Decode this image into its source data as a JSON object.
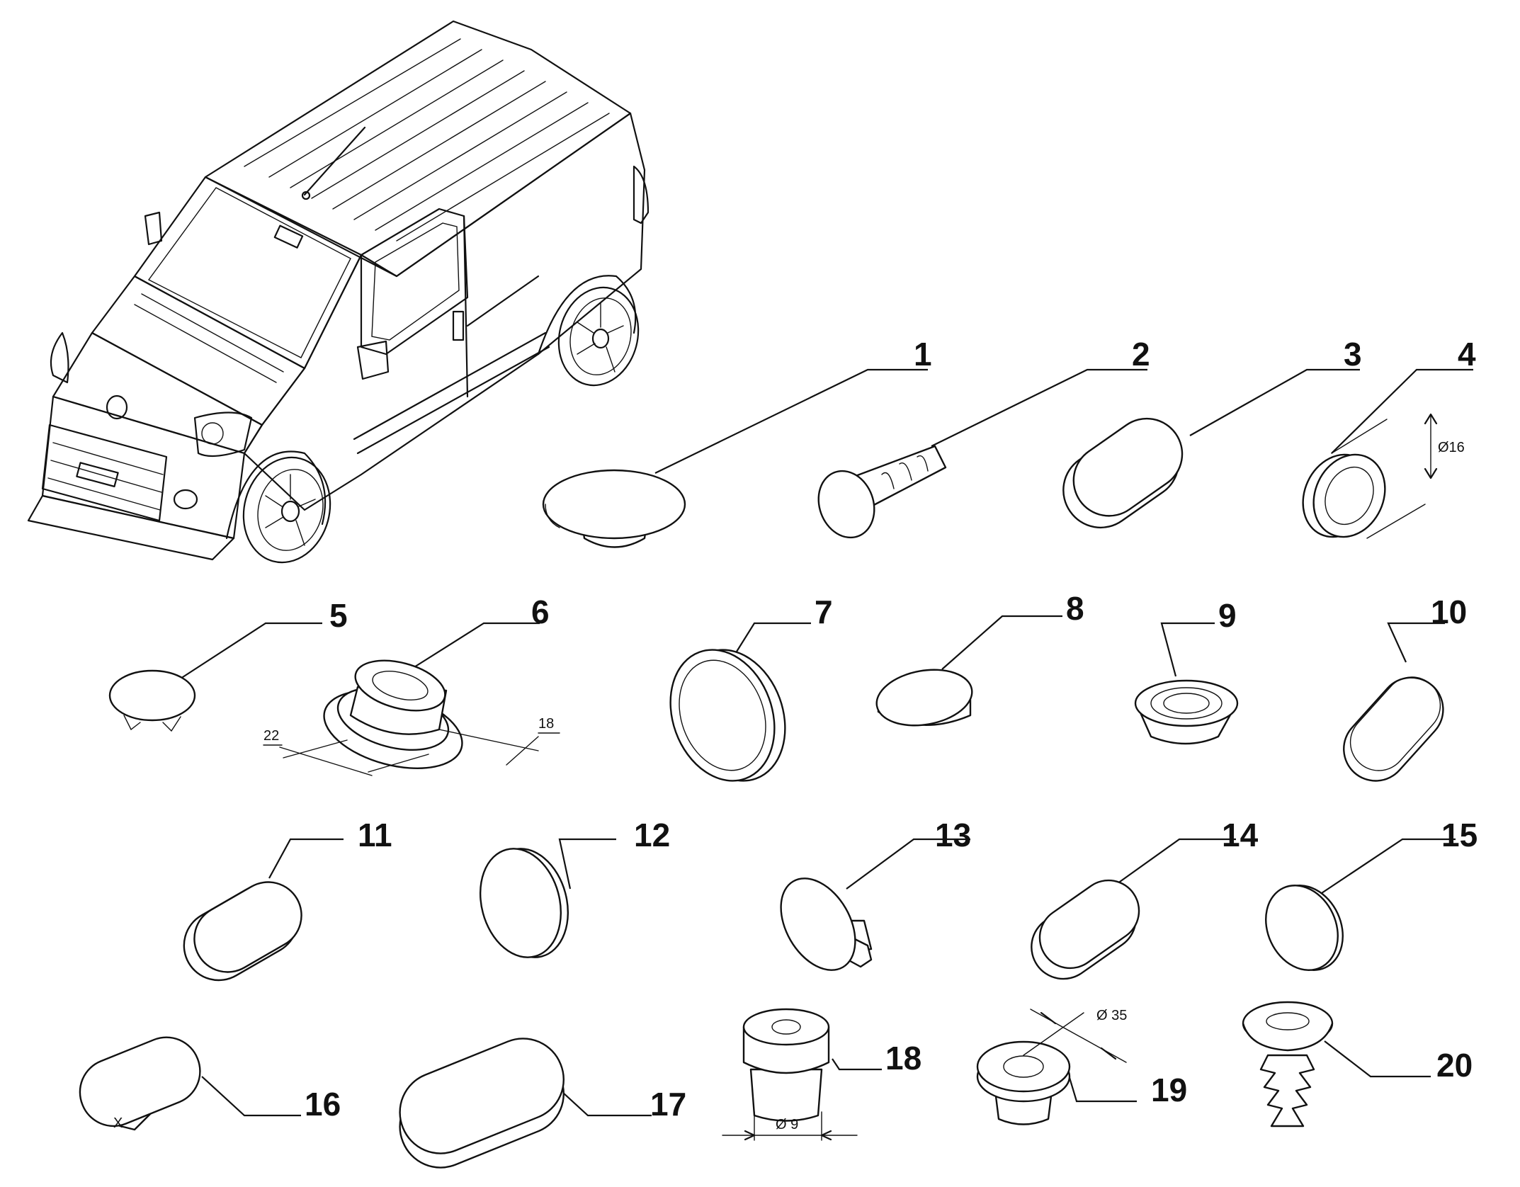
{
  "callouts": [
    "1",
    "2",
    "3",
    "4",
    "5",
    "6",
    "7",
    "8",
    "9",
    "10",
    "11",
    "12",
    "13",
    "14",
    "15",
    "16",
    "17",
    "18",
    "19",
    "20"
  ],
  "dimensions": {
    "part4_diameter": "Ø16",
    "part6_length": "22",
    "part6_width": "18",
    "part16_mark": "X",
    "part18_diameter": "Ø 9",
    "part19_diameter": "Ø 35"
  },
  "icons": {
    "vehicle": "van-illustration-icon",
    "parts": [
      "round-cap-plug-icon",
      "push-pin-fastener-icon",
      "oval-plug-icon",
      "ring-grommet-icon",
      "clip-cap-icon",
      "stepped-oval-grommet-icon",
      "large-round-plug-icon",
      "flat-disc-plug-icon",
      "cup-plug-icon",
      "oval-flat-plug-icon",
      "oval-plug-icon",
      "round-plug-icon",
      "push-rivet-icon",
      "oval-plug-icon",
      "round-plug-icon",
      "small-oval-plug-icon",
      "large-oval-plug-icon",
      "stepped-bush-icon",
      "flanged-bush-icon",
      "tree-clip-icon"
    ]
  }
}
